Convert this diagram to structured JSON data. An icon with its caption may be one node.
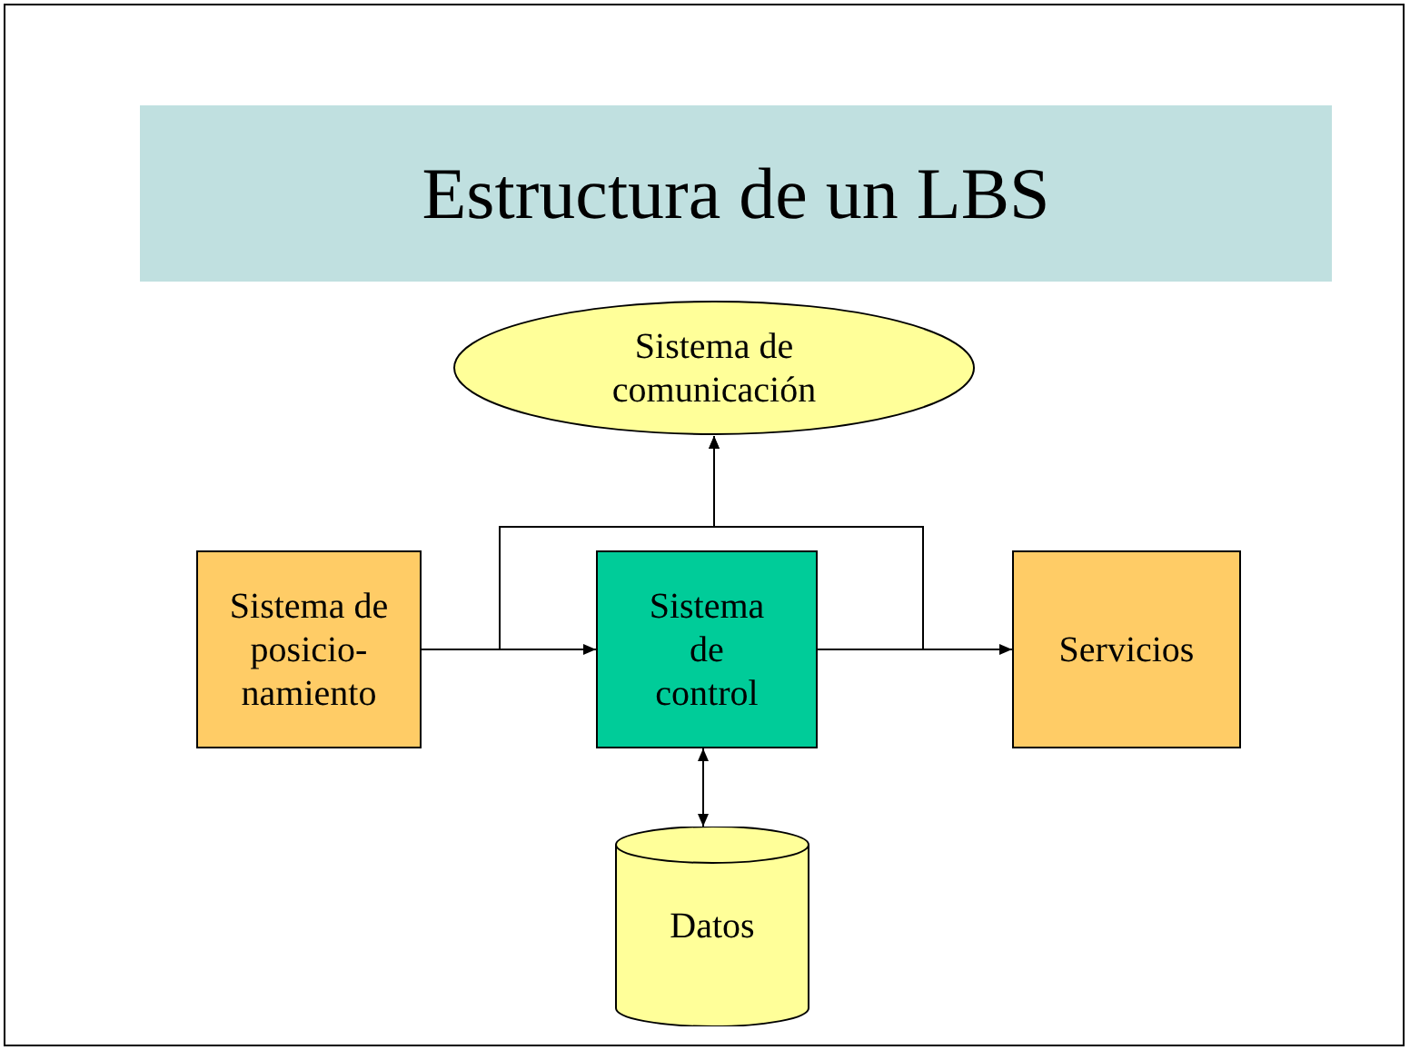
{
  "diagram": {
    "title": "Estructura de un LBS",
    "nodes": [
      {
        "text": [
          "Sistema de comunicación"
        ]
      },
      {
        "text": [
          "Sistema de posicio- namiento"
        ]
      },
      {
        "text": [
          "Sistema de control"
        ]
      },
      {
        "text": [
          "Servicios"
        ]
      },
      {
        "text": [
          "Datos"
        ]
      }
    ],
    "edges": [
      {
        "from": 1,
        "to": 2,
        "arrow": "to"
      },
      {
        "from": 1,
        "to": 0,
        "arrow": "to"
      },
      {
        "from": 2,
        "to": 3,
        "arrow": "to"
      },
      {
        "from": 2,
        "to": 0,
        "arrow": "to"
      },
      {
        "from": 2,
        "to": 4,
        "arrow": "both"
      }
    ]
  }
}
